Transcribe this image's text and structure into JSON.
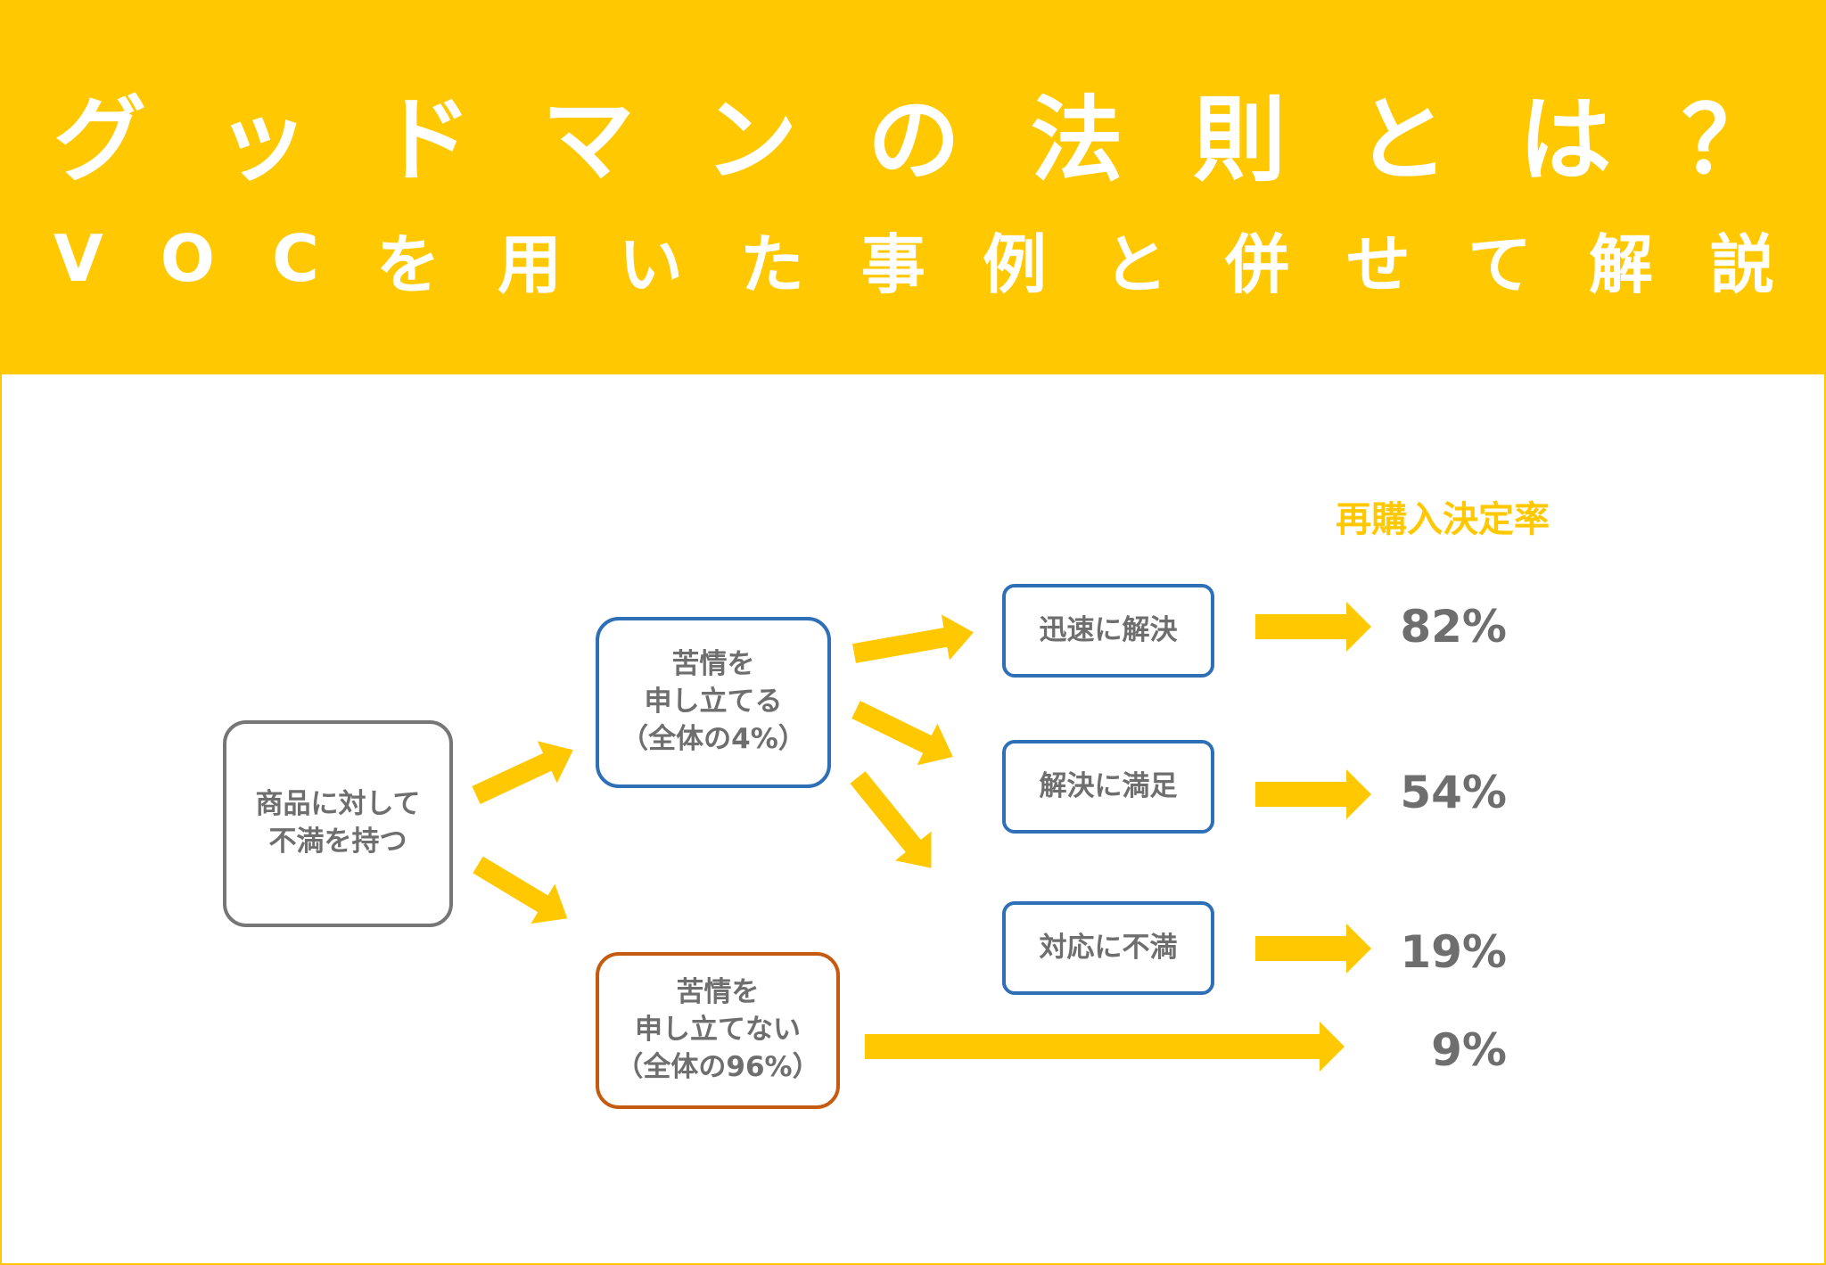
{
  "title": {
    "line1": [
      "グ",
      "ッ",
      "ド",
      "マ",
      "ン",
      "の",
      "法",
      "則",
      "と",
      "は",
      "？"
    ],
    "line2": [
      "V",
      "O",
      "C",
      "を",
      "用",
      "い",
      "た",
      "事",
      "例",
      "と",
      "併",
      "せ",
      "て",
      "解",
      "説"
    ]
  },
  "diagram": {
    "root": [
      "商品に対して",
      "不満を持つ"
    ],
    "complain": [
      "苦情を",
      "申し立てる",
      "（全体の4%）"
    ],
    "no_complain": [
      "苦情を",
      "申し立てない",
      "（全体の96%）"
    ],
    "outcomes": [
      {
        "label": "迅速に解決",
        "rate": "82%"
      },
      {
        "label": "解決に満足",
        "rate": "54%"
      },
      {
        "label": "対応に不満",
        "rate": "19%"
      }
    ],
    "no_complain_rate": "9%",
    "rate_header": "再購入決定率"
  },
  "colors": {
    "accent": "#ffc800",
    "text_gray": "#6e6e6e",
    "root_border": "#767676",
    "complain_border": "#2e6fb6",
    "no_complain_border": "#c55a11"
  }
}
